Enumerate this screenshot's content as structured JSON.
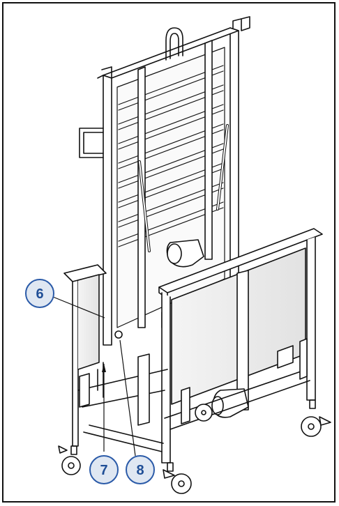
{
  "callouts": [
    {
      "label": "6"
    },
    {
      "label": "7"
    },
    {
      "label": "8"
    }
  ],
  "colors": {
    "callout_fill": "#dfe7f2",
    "callout_stroke": "#2a5aa8",
    "callout_text": "#1f4e96",
    "line": "#111111",
    "frame": "#111111"
  }
}
